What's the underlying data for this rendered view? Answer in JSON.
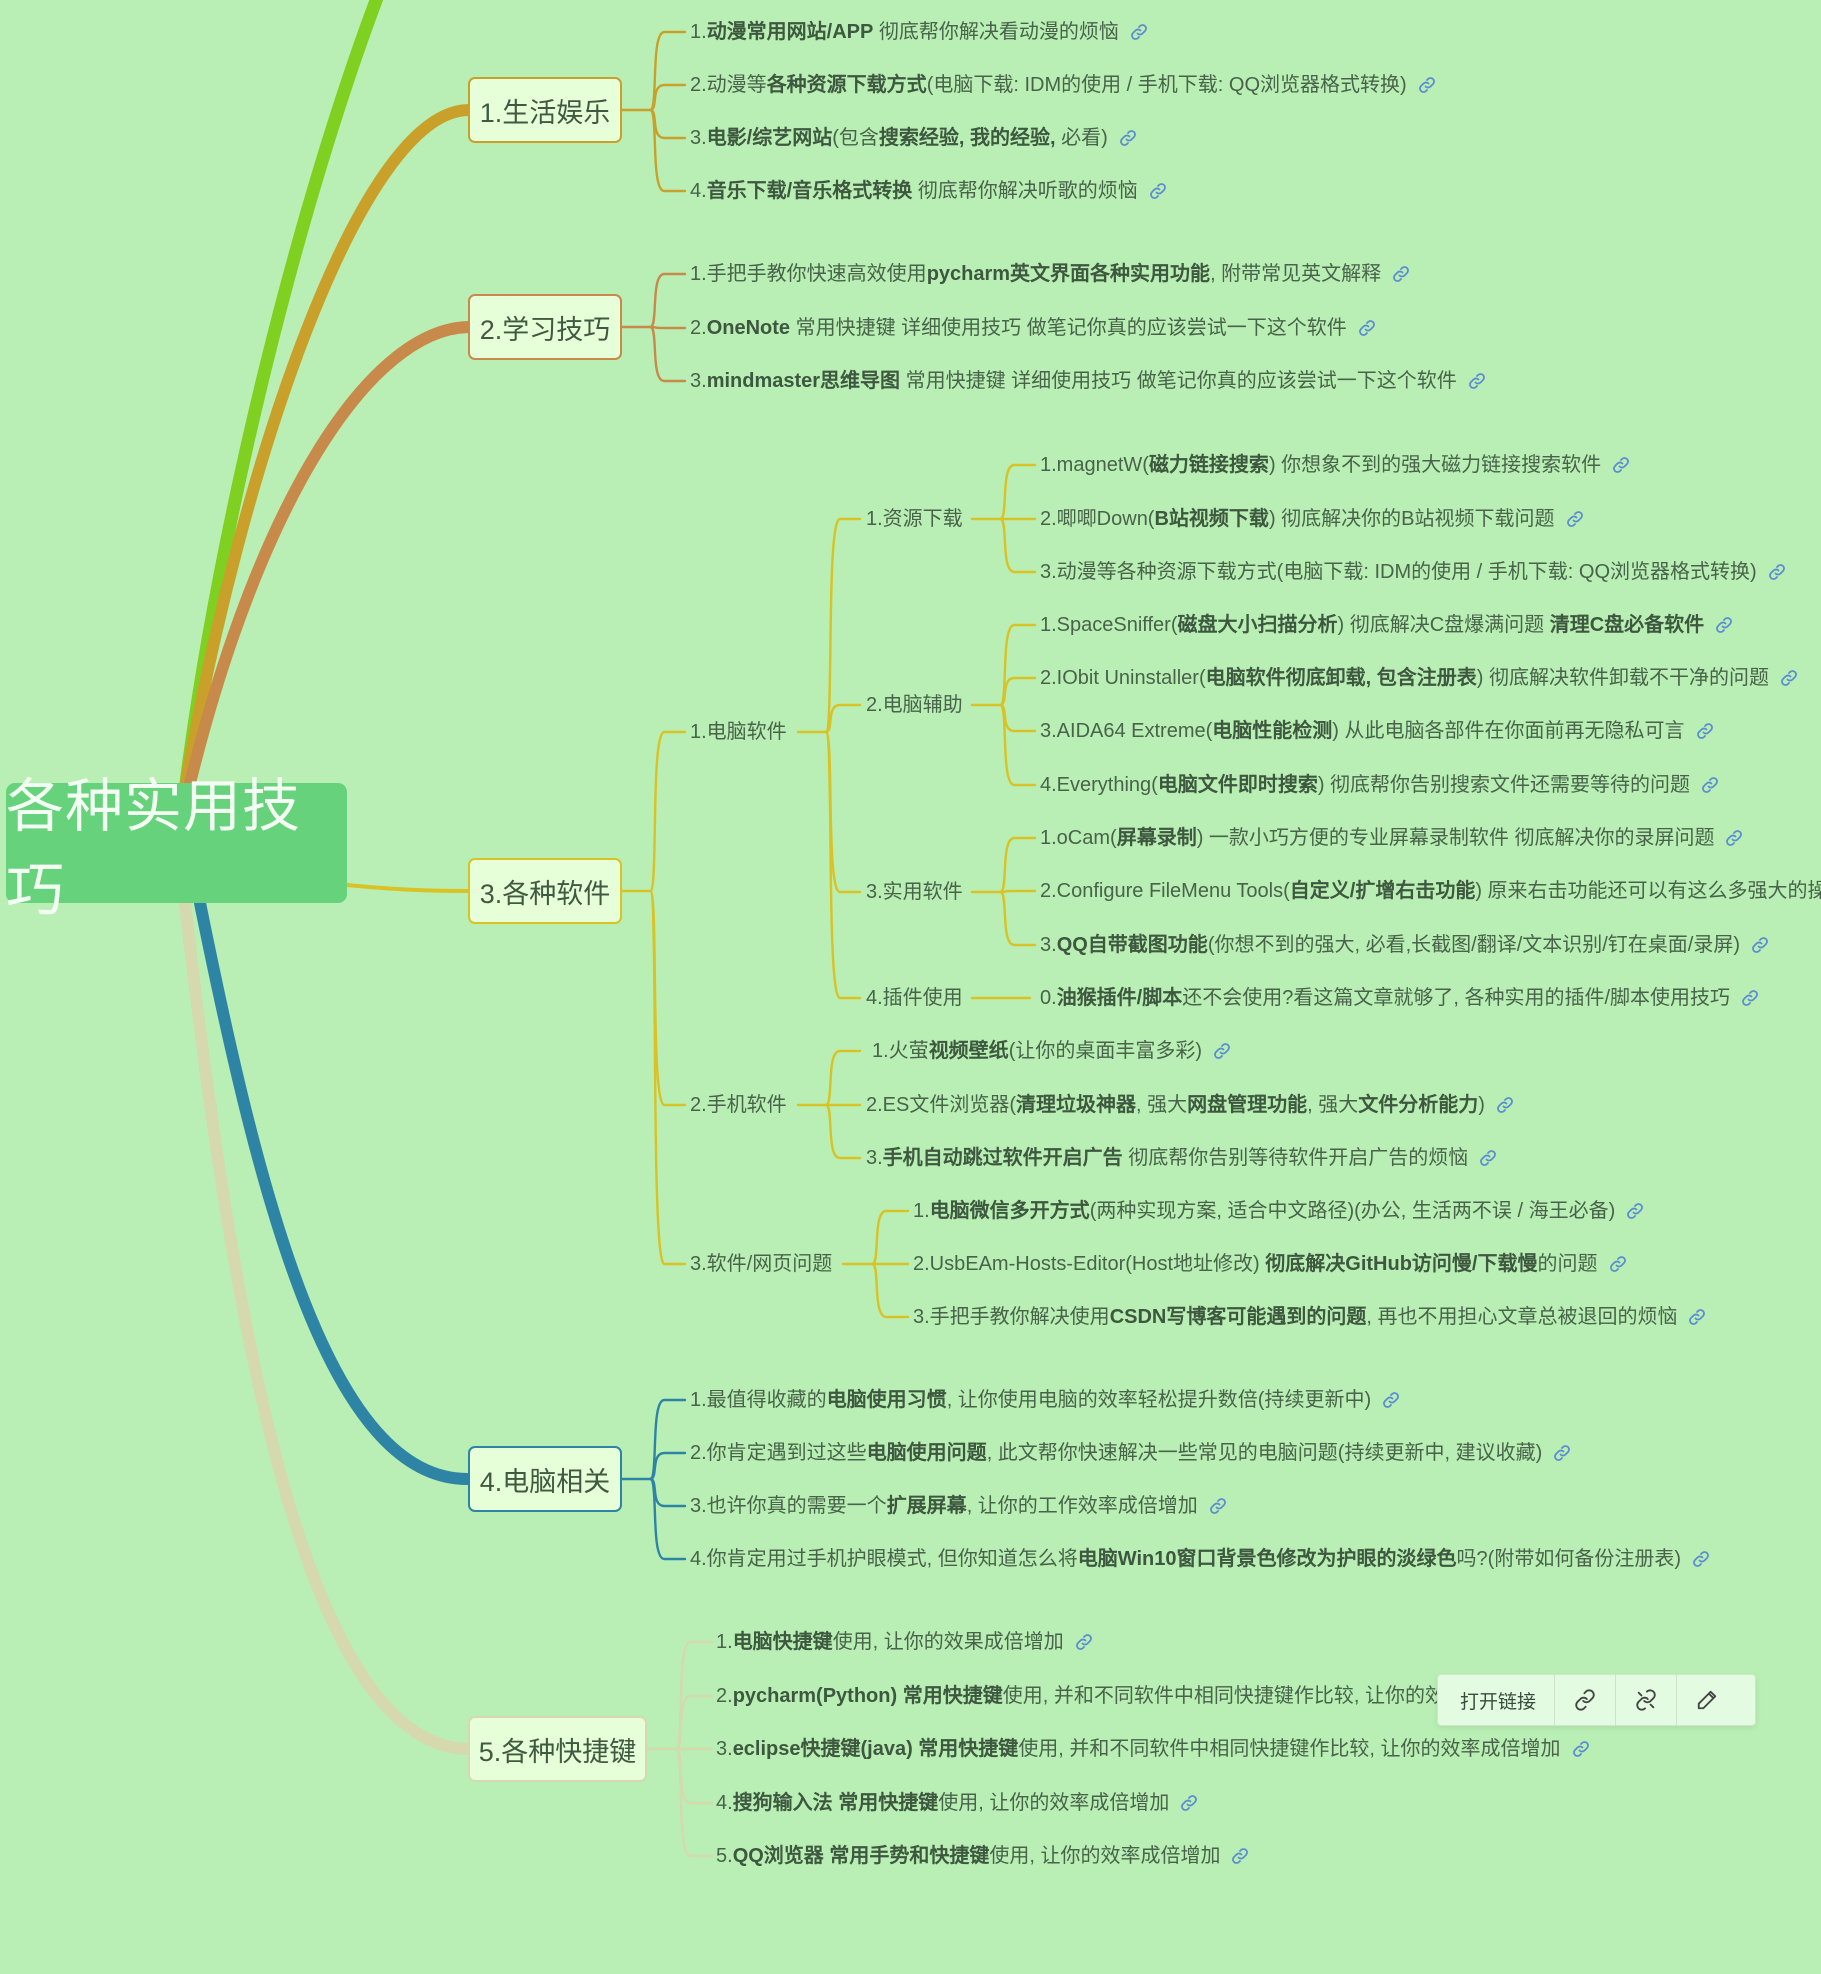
{
  "root": {
    "label": "各种实用技巧"
  },
  "topics": [
    {
      "label": "1.生活娱乐",
      "color": "#c9a12a",
      "leaves": [
        [
          {
            "t": "1."
          },
          {
            "t": "动漫常用网站/APP",
            "b": true
          },
          {
            "t": " 彻底帮你解决看动漫的烦恼"
          }
        ],
        [
          {
            "t": "2.动漫等"
          },
          {
            "t": "各种资源下载方式",
            "b": true
          },
          {
            "t": "(电脑下载: IDM的使用 / 手机下载: QQ浏览器格式转换)"
          }
        ],
        [
          {
            "t": "3."
          },
          {
            "t": "电影/综艺网站",
            "b": true
          },
          {
            "t": "(包含"
          },
          {
            "t": "搜索经验, 我的经验,",
            "b": true
          },
          {
            "t": " 必看)"
          }
        ],
        [
          {
            "t": "4."
          },
          {
            "t": "音乐下载/音乐格式转换",
            "b": true
          },
          {
            "t": " 彻底帮你解决听歌的烦恼"
          }
        ]
      ]
    },
    {
      "label": "2.学习技巧",
      "color": "#c88a4a",
      "leaves": [
        [
          {
            "t": "1.手把手教你快速高效使用"
          },
          {
            "t": "pycharm英文界面各种实用功能",
            "b": true
          },
          {
            "t": ", 附带常见英文解释"
          }
        ],
        [
          {
            "t": "2."
          },
          {
            "t": "OneNote",
            "b": true
          },
          {
            "t": " 常用快捷键 详细使用技巧 做笔记你真的应该尝试一下这个软件"
          }
        ],
        [
          {
            "t": "3."
          },
          {
            "t": "mindmaster思维导图",
            "b": true
          },
          {
            "t": " 常用快捷键 详细使用技巧 做笔记你真的应该尝试一下这个软件"
          }
        ]
      ]
    },
    {
      "label": "3.各种软件",
      "color": "#d8c226",
      "subs": [
        {
          "label": "1.电脑软件",
          "subs": [
            {
              "label": "1.资源下载",
              "leaves": [
                [
                  {
                    "t": "1.magnetW("
                  },
                  {
                    "t": "磁力链接搜索",
                    "b": true
                  },
                  {
                    "t": ") 你想象不到的强大磁力链接搜索软件"
                  }
                ],
                [
                  {
                    "t": "2.唧唧Down("
                  },
                  {
                    "t": "B站视频下载",
                    "b": true
                  },
                  {
                    "t": ") 彻底解决你的B站视频下载问题"
                  }
                ],
                [
                  {
                    "t": "3.动漫等各种资源下载方式(电脑下载: IDM的使用 / 手机下载: QQ浏览器格式转换)"
                  }
                ]
              ]
            },
            {
              "label": "2.电脑辅助",
              "leaves": [
                [
                  {
                    "t": "1.SpaceSniffer("
                  },
                  {
                    "t": "磁盘大小扫描分析",
                    "b": true
                  },
                  {
                    "t": ") 彻底解决C盘爆满问题 "
                  },
                  {
                    "t": "清理C盘必备软件",
                    "b": true
                  }
                ],
                [
                  {
                    "t": "2.IObit Uninstaller("
                  },
                  {
                    "t": "电脑软件彻底卸载, 包含注册表",
                    "b": true
                  },
                  {
                    "t": ") 彻底解决软件卸载不干净的问题"
                  }
                ],
                [
                  {
                    "t": "3.AIDA64 Extreme("
                  },
                  {
                    "t": "电脑性能检测",
                    "b": true
                  },
                  {
                    "t": ") 从此电脑各部件在你面前再无隐私可言"
                  }
                ],
                [
                  {
                    "t": "4.Everything("
                  },
                  {
                    "t": "电脑文件即时搜索",
                    "b": true
                  },
                  {
                    "t": ") 彻底帮你告别搜索文件还需要等待的问题"
                  }
                ]
              ]
            },
            {
              "label": "3.实用软件",
              "leaves": [
                [
                  {
                    "t": "1.oCam("
                  },
                  {
                    "t": "屏幕录制",
                    "b": true
                  },
                  {
                    "t": ") 一款小巧方便的专业屏幕录制软件 彻底解决你的录屏问题"
                  }
                ],
                [
                  {
                    "t": "2.Configure FileMenu Tools("
                  },
                  {
                    "t": "自定义/扩增右击功能",
                    "b": true
                  },
                  {
                    "t": ") 原来右击功能还可以有这么多强大的操"
                  }
                ],
                [
                  {
                    "t": "3."
                  },
                  {
                    "t": "QQ自带截图功能",
                    "b": true
                  },
                  {
                    "t": "(你想不到的强大, 必看,长截图/翻译/文本识别/钉在桌面/录屏)"
                  }
                ]
              ]
            },
            {
              "label": "4.插件使用",
              "leaves": [
                [
                  {
                    "t": "0."
                  },
                  {
                    "t": "油猴插件/脚本",
                    "b": true
                  },
                  {
                    "t": "还不会使用?看这篇文章就够了, 各种实用的插件/脚本使用技巧"
                  }
                ]
              ]
            }
          ]
        },
        {
          "label": "2.手机软件",
          "leaves": [
            [
              {
                "t": "1.火萤"
              },
              {
                "t": "视频壁纸",
                "b": true
              },
              {
                "t": "(让你的桌面丰富多彩)"
              }
            ],
            [
              {
                "t": "2.ES文件浏览器("
              },
              {
                "t": "清理垃圾神器",
                "b": true
              },
              {
                "t": ", 强大"
              },
              {
                "t": "网盘管理功能",
                "b": true
              },
              {
                "t": ", 强大"
              },
              {
                "t": "文件分析能力",
                "b": true
              },
              {
                "t": ")"
              }
            ],
            [
              {
                "t": "3."
              },
              {
                "t": "手机自动跳过软件开启广告",
                "b": true
              },
              {
                "t": " 彻底帮你告别等待软件开启广告的烦恼"
              }
            ]
          ]
        },
        {
          "label": "3.软件/网页问题",
          "leaves": [
            [
              {
                "t": "1."
              },
              {
                "t": "电脑微信多开方式",
                "b": true
              },
              {
                "t": "(两种实现方案, 适合中文路径)(办公, 生活两不误 / 海王必备)"
              }
            ],
            [
              {
                "t": "2.UsbEAm-Hosts-Editor(Host地址修改) "
              },
              {
                "t": "彻底解决GitHub访问慢/下载慢",
                "b": true
              },
              {
                "t": "的问题"
              }
            ],
            [
              {
                "t": "3.手把手教你解决使用"
              },
              {
                "t": "CSDN写博客可能遇到的问题",
                "b": true
              },
              {
                "t": ", 再也不用担心文章总被退回的烦恼"
              }
            ]
          ]
        }
      ]
    },
    {
      "label": "4.电脑相关",
      "color": "#2e84a4",
      "leaves": [
        [
          {
            "t": "1.最值得收藏的"
          },
          {
            "t": "电脑使用习惯",
            "b": true
          },
          {
            "t": ", 让你使用电脑的效率轻松提升数倍(持续更新中)"
          }
        ],
        [
          {
            "t": "2.你肯定遇到过这些"
          },
          {
            "t": "电脑使用问题",
            "b": true
          },
          {
            "t": ", 此文帮你快速解决一些常见的电脑问题(持续更新中, 建议收藏)"
          }
        ],
        [
          {
            "t": "3.也许你真的需要一个"
          },
          {
            "t": "扩展屏幕",
            "b": true
          },
          {
            "t": ", 让你的工作效率成倍增加"
          }
        ],
        [
          {
            "t": "4.你肯定用过手机护眼模式, 但你知道怎么将"
          },
          {
            "t": "电脑Win10窗口背景色修改为护眼的淡绿色",
            "b": true
          },
          {
            "t": "吗?(附带如何备份注册表)"
          }
        ]
      ]
    },
    {
      "label": "5.各种快捷键",
      "color": "#d6d8ae",
      "leaves": [
        [
          {
            "t": "1."
          },
          {
            "t": "电脑快捷键",
            "b": true
          },
          {
            "t": "使用, 让你的效果成倍增加"
          }
        ],
        [
          {
            "t": "2."
          },
          {
            "t": "pycharm(Python) 常用快捷键",
            "b": true
          },
          {
            "t": "使用, 并和不同软件中相同快捷键作比较, 让你的效率成倍增加"
          }
        ],
        [
          {
            "t": "3."
          },
          {
            "t": "eclipse快捷键(java) 常用快捷键",
            "b": true
          },
          {
            "t": "使用, 并和不同软件中相同快捷键作比较, 让你的效率成倍增加"
          }
        ],
        [
          {
            "t": "4."
          },
          {
            "t": "搜狗输入法 常用快捷键",
            "b": true
          },
          {
            "t": "使用, 让你的效率成倍增加"
          }
        ],
        [
          {
            "t": "5."
          },
          {
            "t": "QQ浏览器 常用手势和快捷键",
            "b": true
          },
          {
            "t": "使用, 让你的效率成倍增加"
          }
        ]
      ]
    }
  ],
  "toolbar": {
    "open_link_label": "打开链接",
    "buttons": [
      "link-icon",
      "unlink-icon",
      "edit-icon"
    ]
  },
  "colors": {
    "background": "#b9efb4",
    "root": "#66d27b",
    "link_icon": "#5e8cd2",
    "topic_fill": "#e7ffd8",
    "bright_green_branch": "#7fd020"
  }
}
